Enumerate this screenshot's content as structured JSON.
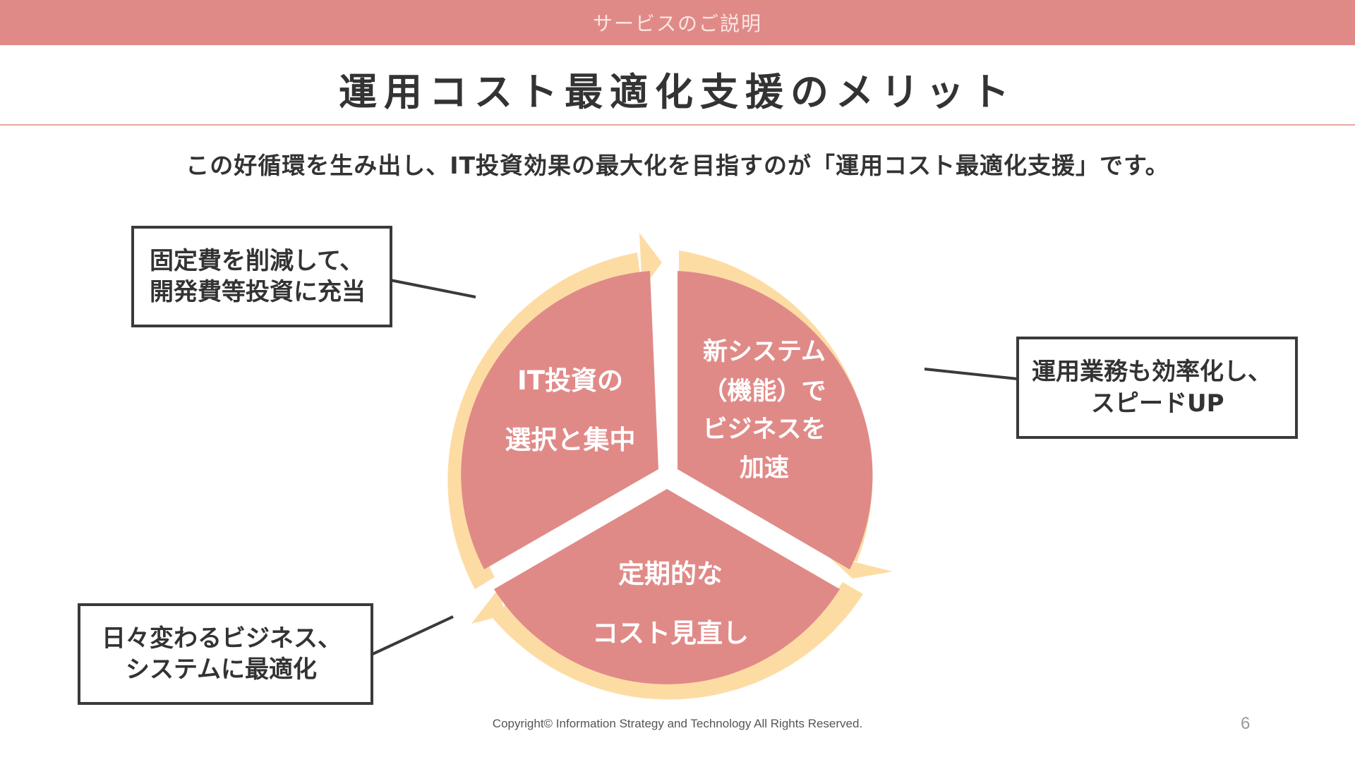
{
  "header": {
    "section": "サービスのご説明"
  },
  "title": "運用コスト最適化支援のメリット",
  "lead": "この好循環を生み出し、IT投資効果の最大化を目指すのが「運用コスト最適化支援」です。",
  "cycle": {
    "segments": [
      {
        "lines": [
          "IT投資の",
          "選択と集中"
        ]
      },
      {
        "lines": [
          "新システム",
          "（機能）で",
          "ビジネスを",
          "加速"
        ]
      },
      {
        "lines": [
          "定期的な",
          "コスト見直し"
        ]
      }
    ],
    "colors": {
      "segment": "#e08a88",
      "arrow": "#fddca4",
      "outline": "#3a3a3a"
    }
  },
  "callouts": [
    {
      "lines": [
        "固定費を削減して、",
        "開発費等投資に充当"
      ]
    },
    {
      "lines": [
        "運用業務も効率化し、",
        "スピードUP"
      ]
    },
    {
      "lines": [
        "日々変わるビジネス、",
        "システムに最適化"
      ]
    }
  ],
  "footer": {
    "copyright": "Copyright© Information Strategy and Technology All Rights Reserved.",
    "page": "6"
  }
}
